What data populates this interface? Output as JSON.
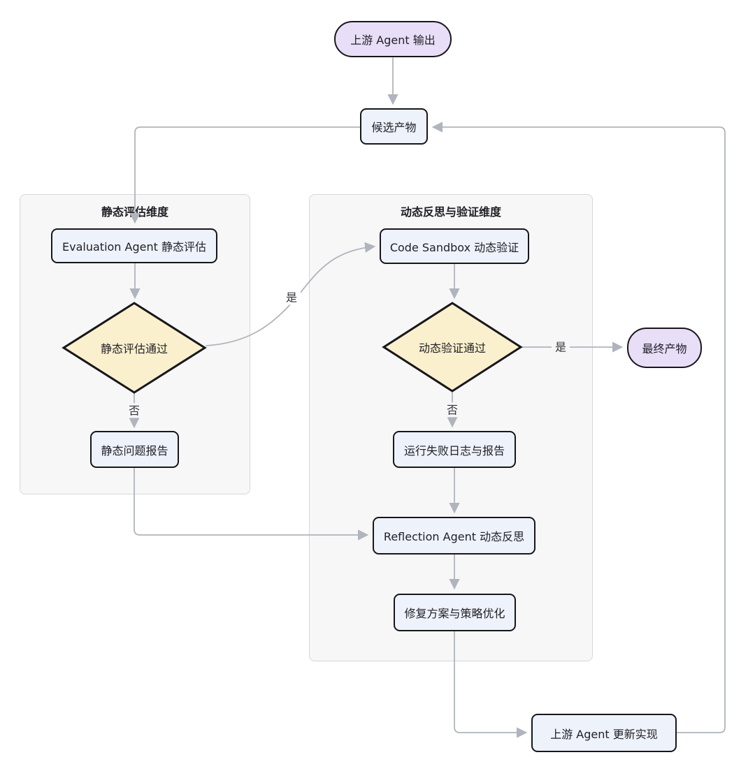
{
  "diagram": {
    "type": "flowchart",
    "direction": "top-down"
  },
  "subgraphs": {
    "static_dim": {
      "title": "静态评估维度"
    },
    "dynamic_dim": {
      "title": "动态反思与验证维度"
    }
  },
  "nodes": {
    "upstream_output": {
      "label": "上游 Agent 输出",
      "shape": "stadium"
    },
    "candidate": {
      "label": "候选产物",
      "shape": "rect"
    },
    "evaluation": {
      "label": "Evaluation Agent 静态评估",
      "shape": "rect"
    },
    "static_pass": {
      "label": "静态评估通过",
      "shape": "diamond"
    },
    "static_report": {
      "label": "静态问题报告",
      "shape": "rect"
    },
    "code_sandbox": {
      "label": "Code Sandbox 动态验证",
      "shape": "rect"
    },
    "dynamic_pass": {
      "label": "动态验证通过",
      "shape": "diamond"
    },
    "fail_log": {
      "label": "运行失败日志与报告",
      "shape": "rect"
    },
    "reflection": {
      "label": "Reflection Agent 动态反思",
      "shape": "rect"
    },
    "fix_plan": {
      "label": "修复方案与策略优化",
      "shape": "rect"
    },
    "final_product": {
      "label": "最终产物",
      "shape": "stadium"
    },
    "upstream_update": {
      "label": "上游 Agent 更新实现",
      "shape": "rect"
    }
  },
  "edge_labels": {
    "static_yes": "是",
    "static_no": "否",
    "dynamic_yes": "是",
    "dynamic_no": "否"
  },
  "edges": [
    {
      "from": "上游 Agent 输出",
      "to": "候选产物",
      "label": ""
    },
    {
      "from": "候选产物",
      "to": "Evaluation Agent 静态评估",
      "label": ""
    },
    {
      "from": "Evaluation Agent 静态评估",
      "to": "静态评估通过",
      "label": ""
    },
    {
      "from": "静态评估通过",
      "to": "静态问题报告",
      "label": "否"
    },
    {
      "from": "静态评估通过",
      "to": "Code Sandbox 动态验证",
      "label": "是"
    },
    {
      "from": "Code Sandbox 动态验证",
      "to": "动态验证通过",
      "label": ""
    },
    {
      "from": "动态验证通过",
      "to": "运行失败日志与报告",
      "label": "否"
    },
    {
      "from": "动态验证通过",
      "to": "最终产物",
      "label": "是"
    },
    {
      "from": "运行失败日志与报告",
      "to": "Reflection Agent 动态反思",
      "label": ""
    },
    {
      "from": "静态问题报告",
      "to": "Reflection Agent 动态反思",
      "label": ""
    },
    {
      "from": "Reflection Agent 动态反思",
      "to": "修复方案与策略优化",
      "label": ""
    },
    {
      "from": "修复方案与策略优化",
      "to": "上游 Agent 更新实现",
      "label": ""
    },
    {
      "from": "上游 Agent 更新实现",
      "to": "候选产物",
      "label": ""
    }
  ],
  "colors": {
    "stadium_fill": "#e9def8",
    "rect_fill": "#eef2fa",
    "diamond_fill": "#fbf0cd",
    "node_border": "#17171b",
    "subgraph_fill": "#f7f7f8",
    "subgraph_border": "#d7d7dc",
    "edge": "#b0b4bc",
    "text": "#212127"
  }
}
